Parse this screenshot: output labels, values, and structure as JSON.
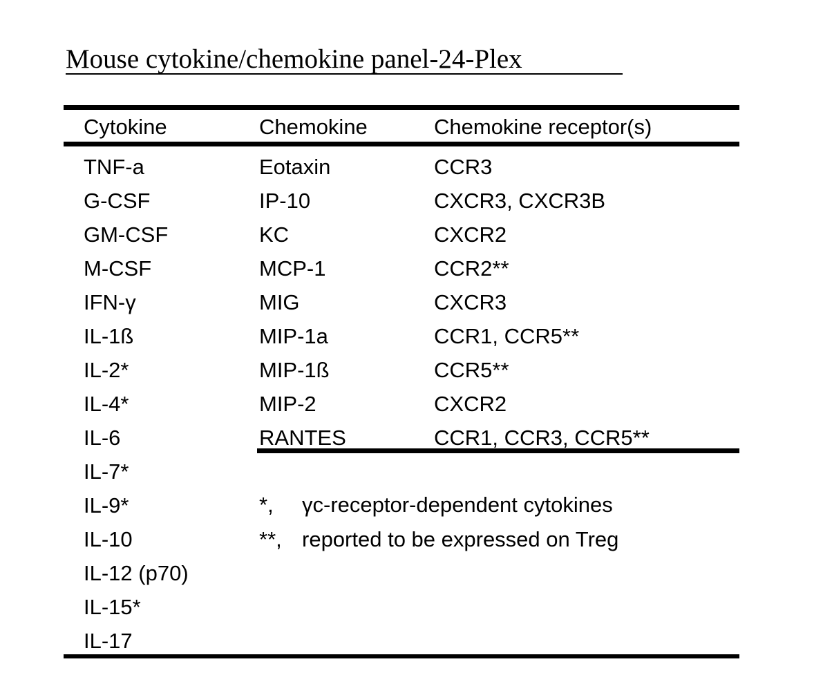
{
  "title": "Mouse cytokine/chemokine panel-24-Plex",
  "table": {
    "headers": {
      "col1": "Cytokine",
      "col2": "Chemokine",
      "col3": "Chemokine receptor(s)"
    },
    "cytokines": [
      "TNF-a",
      "G-CSF",
      "GM-CSF",
      "M-CSF",
      "IFN-γ",
      "IL-1ß",
      "IL-2*",
      "IL-4*",
      "IL-6",
      "IL-7*",
      "IL-9*",
      "IL-10",
      "IL-12 (p70)",
      "IL-15*",
      "IL-17"
    ],
    "chemokines": [
      "Eotaxin",
      "IP-10",
      "KC",
      "MCP-1",
      "MIG",
      "MIP-1a",
      "MIP-1ß",
      "MIP-2",
      "RANTES"
    ],
    "receptors": [
      "CCR3",
      "CXCR3, CXCR3B",
      "CXCR2",
      "CCR2**",
      "CXCR3",
      "CCR1, CCR5**",
      "CCR5**",
      "CXCR2",
      "CCR1, CCR3, CCR5**"
    ]
  },
  "footnotes": [
    {
      "mark": "*,",
      "text": "γc-receptor-dependent cytokines"
    },
    {
      "mark": "**,",
      "text": "reported to be expressed on Treg"
    }
  ],
  "colors": {
    "text": "#000000",
    "background": "#ffffff",
    "rule": "#000000"
  }
}
